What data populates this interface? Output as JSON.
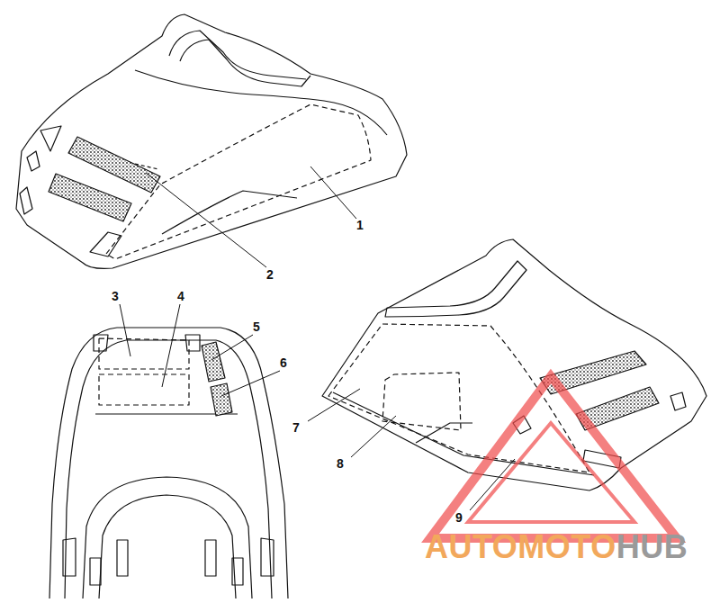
{
  "diagram": {
    "labels": [
      "1",
      "2",
      "3",
      "4",
      "5",
      "6",
      "7",
      "8",
      "9",
      "AUTOMOTO",
      "HUB"
    ]
  }
}
